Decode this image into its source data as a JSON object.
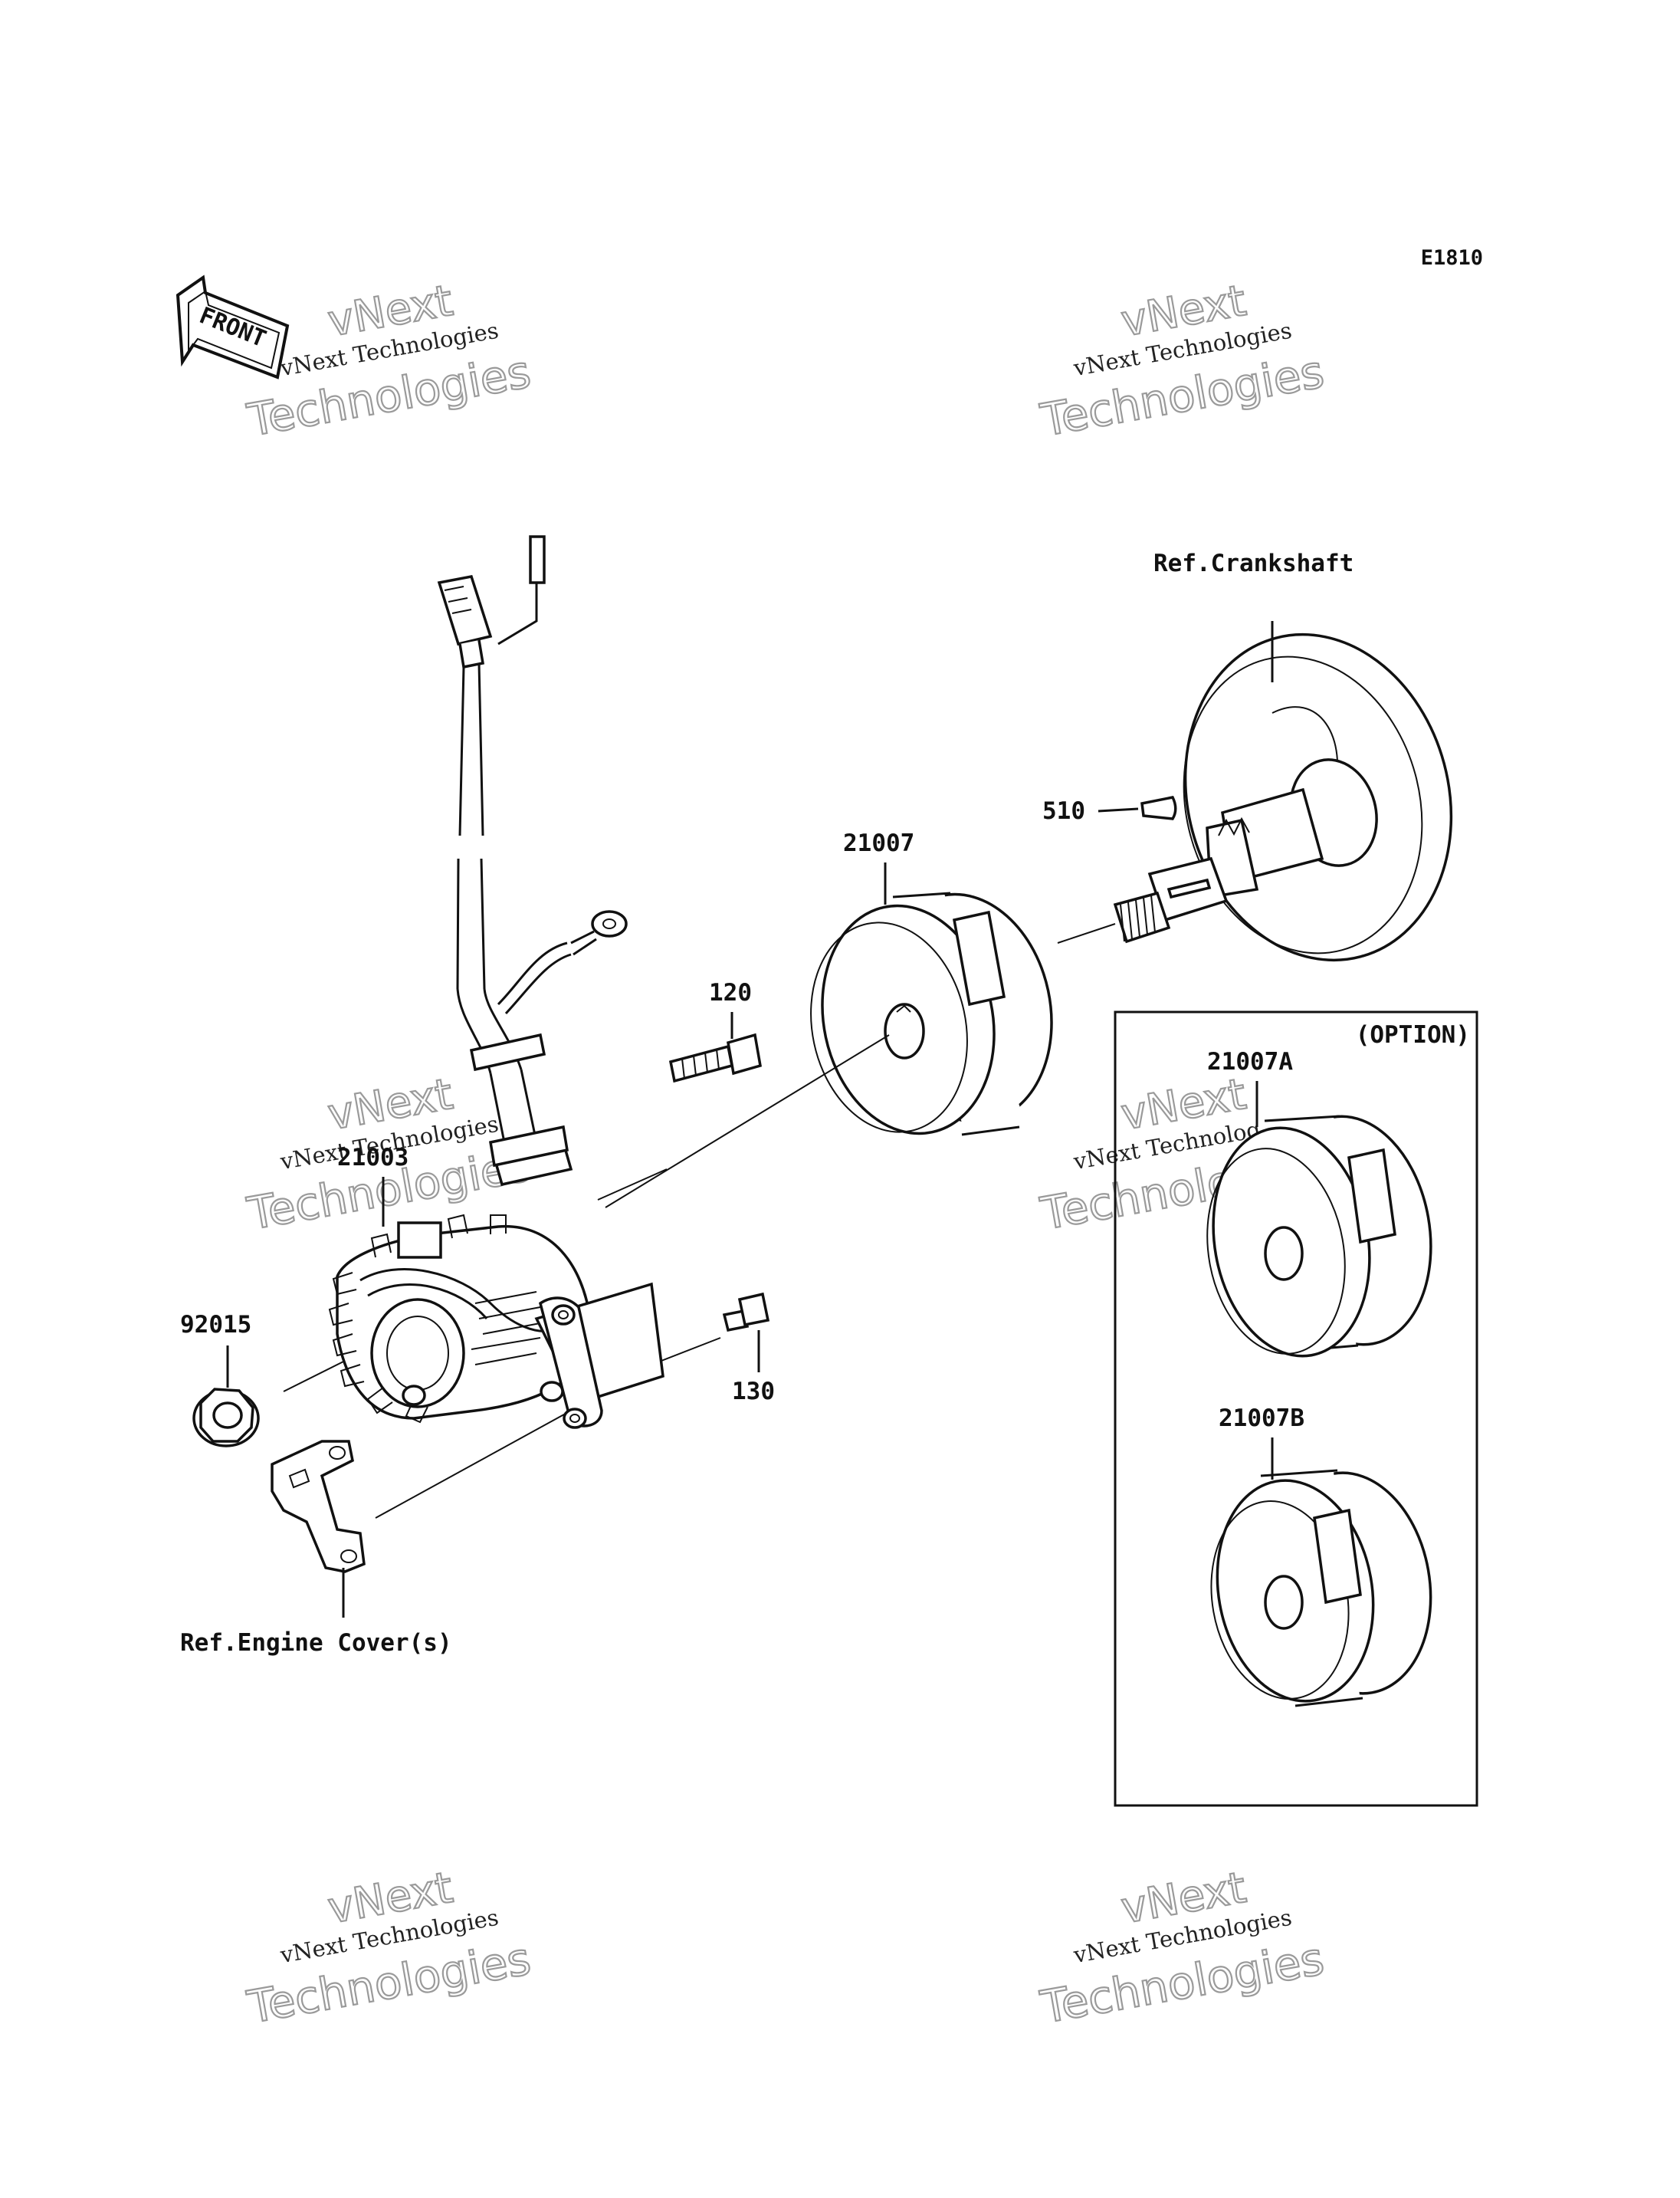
{
  "diagram_code": "E1810",
  "front_label": "FRONT",
  "watermarks": [
    {
      "line1": "vNext",
      "line2": "vNext Technologies",
      "line3": "Technologies"
    },
    {
      "line1": "vNext",
      "line2": "vNext Technologies",
      "line3": "Technologies"
    },
    {
      "line1": "vNext",
      "line2": "vNext Technologies",
      "line3": "Technologies"
    },
    {
      "line1": "vNext",
      "line2": "vNext Technologies",
      "line3": "Technologies"
    },
    {
      "line1": "vNext",
      "line2": "vNext Technologies",
      "line3": "Technologies"
    },
    {
      "line1": "vNext",
      "line2": "vNext Technologies",
      "line3": "Technologies"
    }
  ],
  "labels": {
    "ref_crankshaft": "Ref.Crankshaft",
    "part_510": "510",
    "part_21007": "21007",
    "part_120": "120",
    "part_21003": "21003",
    "part_92015": "92015",
    "part_130": "130",
    "ref_engine_cover": "Ref.Engine Cover(s)",
    "option": "(OPTION)",
    "part_21007A": "21007A",
    "part_21007B": "21007B"
  }
}
